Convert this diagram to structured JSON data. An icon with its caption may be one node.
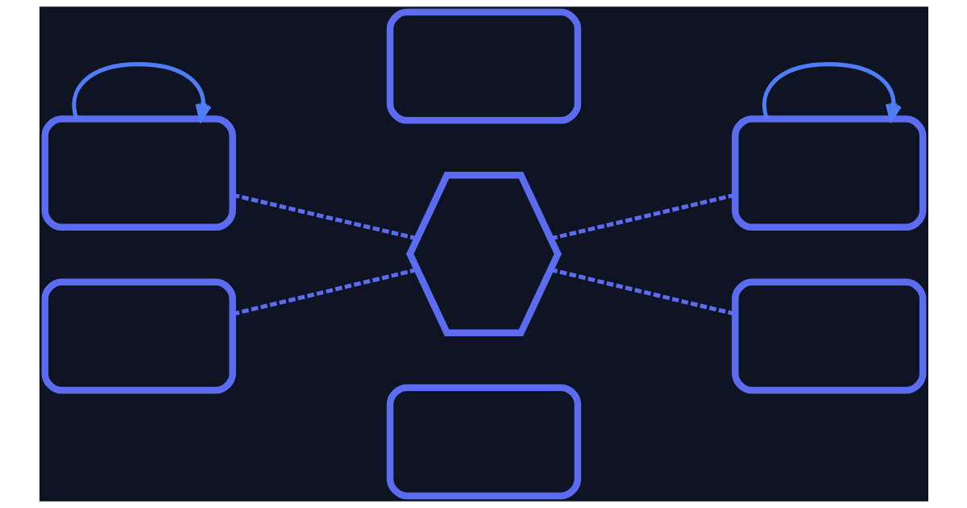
{
  "diagram": {
    "nodes": [
      {
        "text": [],
        "shape": "box"
      },
      {
        "text": [],
        "shape": "box"
      },
      {
        "text": [],
        "shape": "hexagon"
      },
      {
        "text": [],
        "shape": "box"
      },
      {
        "text": [],
        "shape": "box"
      },
      {
        "text": [],
        "shape": "box"
      },
      {
        "text": [],
        "shape": "box"
      }
    ],
    "edges": [
      {
        "from": 1,
        "to": 1,
        "arrow": "to"
      },
      {
        "from": 3,
        "to": 3,
        "arrow": "to"
      },
      {
        "from": 1,
        "to": 2,
        "arrow": "none",
        "style": "dashed"
      },
      {
        "from": 2,
        "to": 3,
        "arrow": "none",
        "style": "dashed"
      },
      {
        "from": 4,
        "to": 2,
        "arrow": "none",
        "style": "dashed"
      },
      {
        "from": 2,
        "to": 5,
        "arrow": "none",
        "style": "dashed"
      }
    ]
  }
}
